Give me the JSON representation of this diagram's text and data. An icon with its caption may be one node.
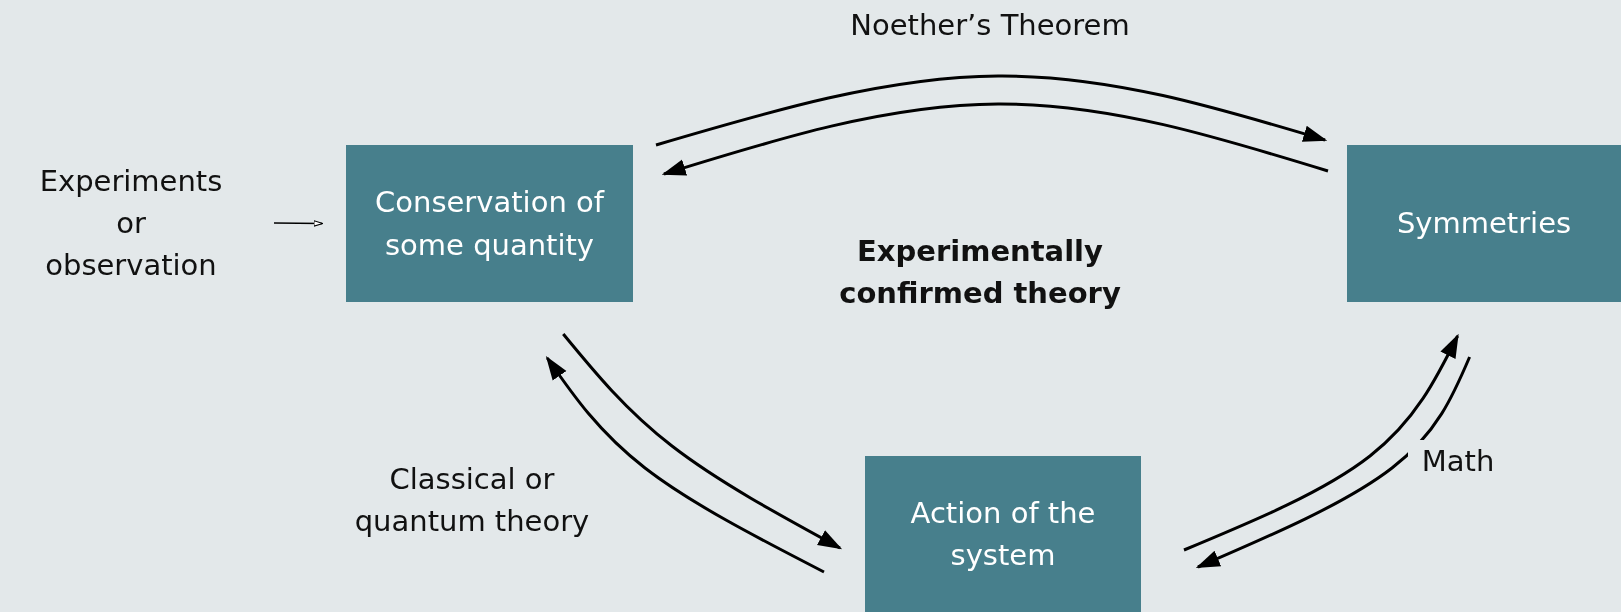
{
  "diagram": {
    "nodes": [
      {
        "text": [
          "Experiments or observation"
        ]
      },
      {
        "text": [
          "Conservation of some quantity"
        ]
      },
      {
        "text": [
          "Symmetries"
        ]
      },
      {
        "text": [
          "Action of the system"
        ]
      }
    ],
    "edges": [
      {
        "from": 0,
        "to": 1,
        "arrow": "to"
      },
      {
        "from": 1,
        "to": 2,
        "arrow": "to",
        "label": "Noether’s Theorem"
      },
      {
        "from": 2,
        "to": 1,
        "arrow": "to"
      },
      {
        "from": 1,
        "to": 3,
        "arrow": "to"
      },
      {
        "from": 3,
        "to": 1,
        "arrow": "to",
        "label": "Classical or quantum theory"
      },
      {
        "from": 3,
        "to": 2,
        "arrow": "to"
      },
      {
        "from": 2,
        "to": 3,
        "arrow": "to",
        "label": "Math"
      }
    ],
    "labels": [
      "Experimentally confirmed theory"
    ]
  }
}
